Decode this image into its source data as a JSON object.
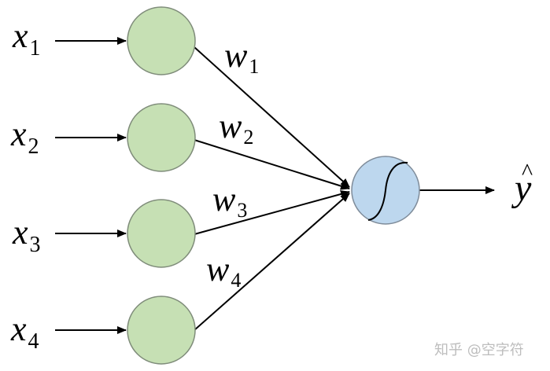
{
  "inputs": [
    {
      "symbol": "x",
      "subscript": "1"
    },
    {
      "symbol": "x",
      "subscript": "2"
    },
    {
      "symbol": "x",
      "subscript": "3"
    },
    {
      "symbol": "x",
      "subscript": "4"
    }
  ],
  "weights": [
    {
      "symbol": "w",
      "subscript": "1"
    },
    {
      "symbol": "w",
      "subscript": "2"
    },
    {
      "symbol": "w",
      "subscript": "3"
    },
    {
      "symbol": "w",
      "subscript": "4"
    }
  ],
  "output": {
    "symbol": "y",
    "hat": "^"
  },
  "watermark": "知乎 @空字符",
  "colors": {
    "input_fill": "#c6e0b4",
    "input_stroke": "#7f8c7a",
    "output_fill": "#bdd7ee",
    "output_stroke": "#7f8c9a",
    "line": "#000000"
  }
}
